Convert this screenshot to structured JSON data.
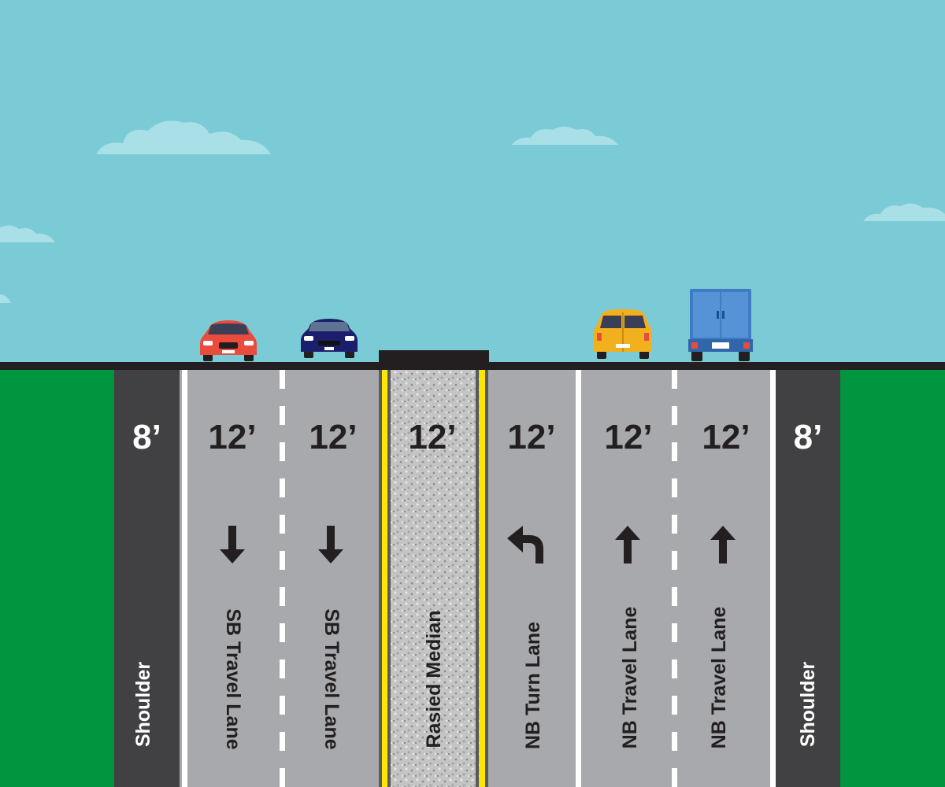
{
  "colors": {
    "sky": "#7BCBD6",
    "grass": "#009640",
    "asphalt_lane": "#A7A9AC",
    "shoulder": "#414042",
    "median_stripe": "#FFE600",
    "lane_stripe": "#FFFFFF"
  },
  "segments": [
    {
      "id": "sb-shoulder",
      "width_label": "8’",
      "name": "Shoulder",
      "kind": "shoulder"
    },
    {
      "id": "sb-lane-1",
      "width_label": "12’",
      "name": "SB Travel Lane",
      "kind": "lane",
      "arrow": "down-arrow-icon"
    },
    {
      "id": "sb-lane-2",
      "width_label": "12’",
      "name": "SB Travel Lane",
      "kind": "lane",
      "arrow": "down-arrow-icon"
    },
    {
      "id": "median",
      "width_label": "12’",
      "name": "Rasied Median",
      "kind": "median"
    },
    {
      "id": "nb-turn",
      "width_label": "12’",
      "name": "NB Turn Lane",
      "kind": "lane",
      "arrow": "left-turn-arrow-icon"
    },
    {
      "id": "nb-lane-1",
      "width_label": "12’",
      "name": "NB Travel Lane",
      "kind": "lane",
      "arrow": "up-arrow-icon"
    },
    {
      "id": "nb-lane-2",
      "width_label": "12’",
      "name": "NB Travel Lane",
      "kind": "lane",
      "arrow": "up-arrow-icon"
    },
    {
      "id": "nb-shoulder",
      "width_label": "8’",
      "name": "Shoulder",
      "kind": "shoulder"
    }
  ],
  "vehicles": [
    {
      "id": "red-car",
      "icon": "red-car-icon",
      "color": "#E94B3C"
    },
    {
      "id": "navy-car",
      "icon": "navy-car-icon",
      "color": "#1B1F6B"
    },
    {
      "id": "yellow-van",
      "icon": "yellow-van-icon",
      "color": "#F2B01E"
    },
    {
      "id": "blue-truck",
      "icon": "blue-truck-icon",
      "color": "#3E7CC4"
    }
  ]
}
